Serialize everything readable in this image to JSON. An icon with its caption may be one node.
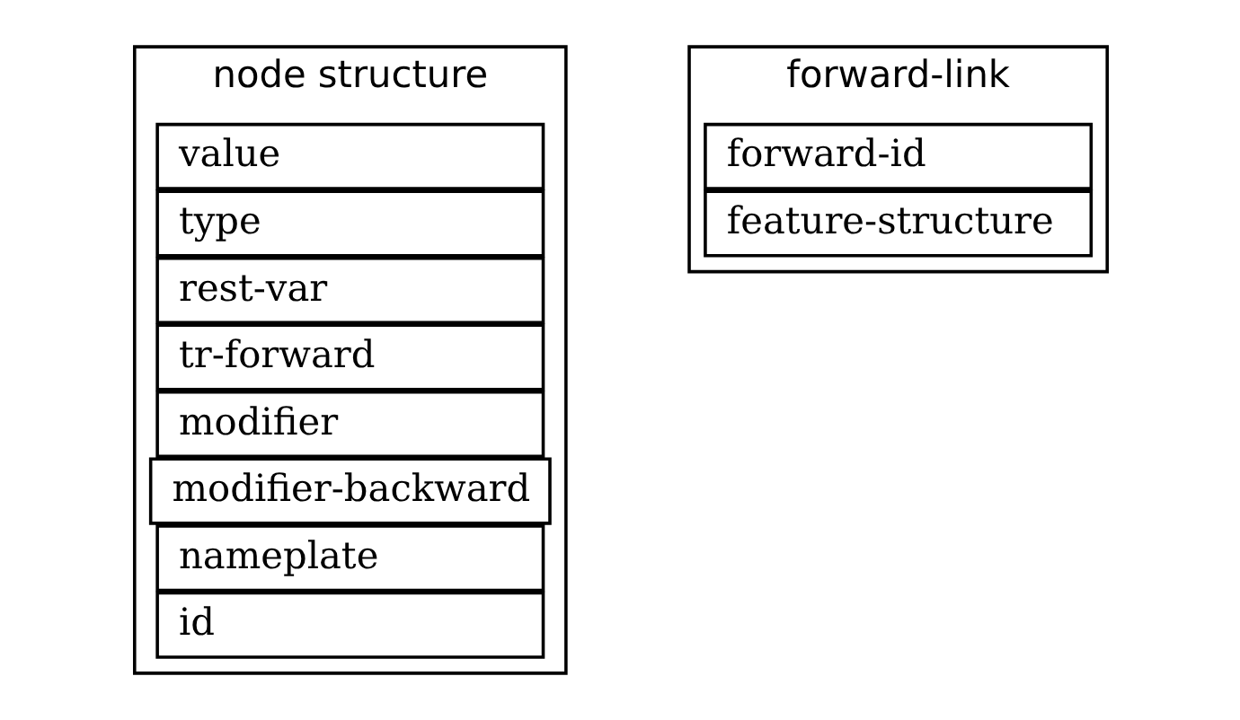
{
  "diagram": {
    "nodes": [
      {
        "text": [
          "node structure"
        ]
      },
      {
        "text": [
          "value"
        ],
        "in": 0
      },
      {
        "text": [
          "type"
        ],
        "in": 0
      },
      {
        "text": [
          "rest-var"
        ],
        "in": 0
      },
      {
        "text": [
          "tr-forward"
        ],
        "in": 0
      },
      {
        "text": [
          "modifier"
        ],
        "in": 0
      },
      {
        "text": [
          "modifier-backward"
        ],
        "in": 0
      },
      {
        "text": [
          "nameplate"
        ],
        "in": 0
      },
      {
        "text": [
          "id"
        ],
        "in": 0
      },
      {
        "text": [
          "forward-link"
        ]
      },
      {
        "text": [
          "forward-id"
        ],
        "in": 9
      },
      {
        "text": [
          "feature-structure"
        ],
        "in": 9
      }
    ],
    "edges": []
  }
}
